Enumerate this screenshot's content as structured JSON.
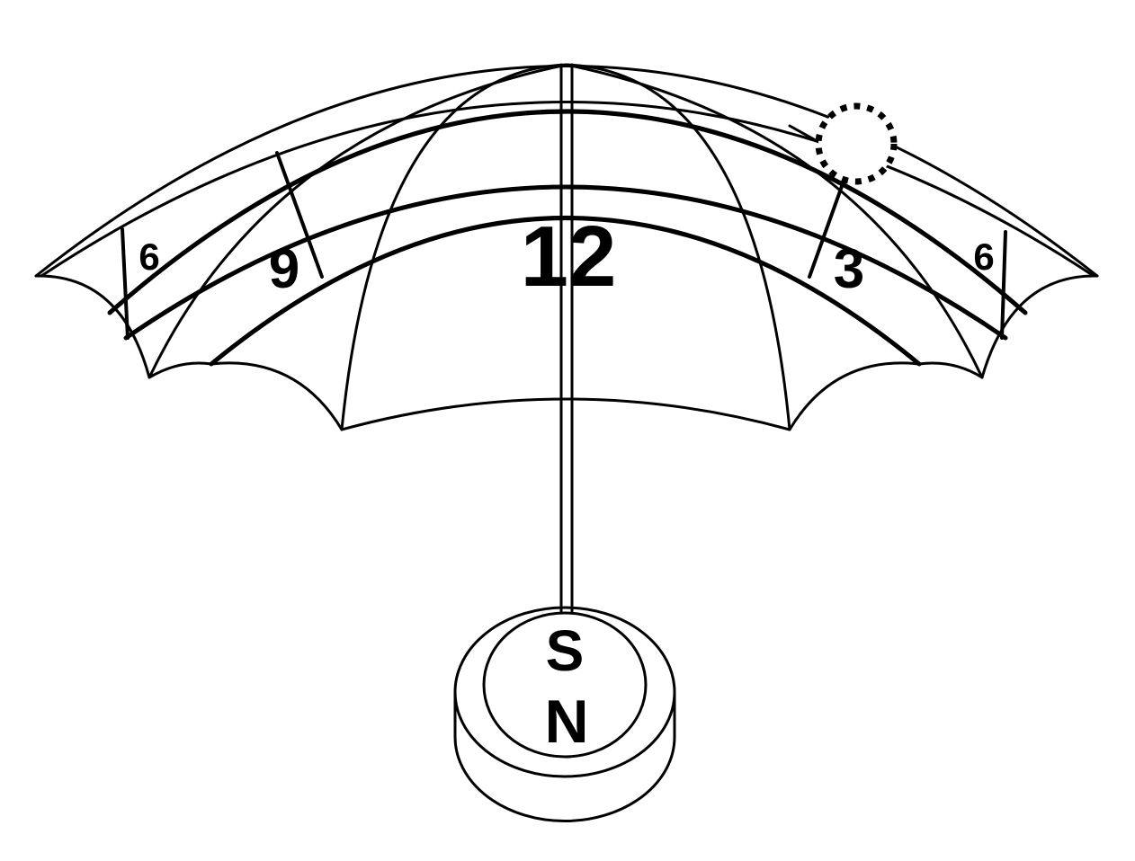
{
  "hour_labels": {
    "left_6": "6",
    "left_9": "9",
    "noon_12": "12",
    "right_3": "3",
    "right_6": "6"
  },
  "compass": {
    "south": "S",
    "north": "N"
  }
}
